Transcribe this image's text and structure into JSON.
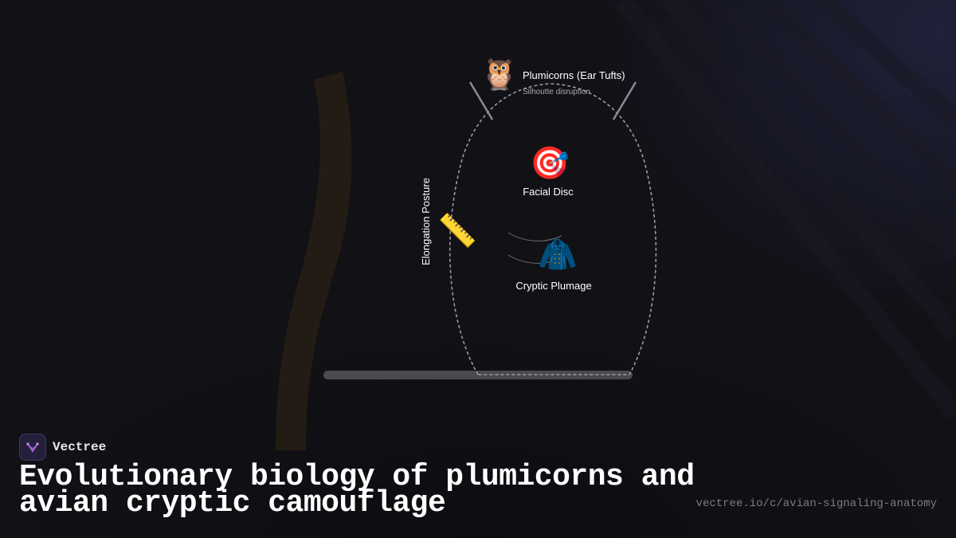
{
  "diagram": {
    "features": {
      "ear_tufts": {
        "icon": "owl-icon",
        "icon_glyph": "🦉",
        "label": "Plumicorns (Ear Tufts)",
        "sublabel": "Silhoutte disruption"
      },
      "facial_disc": {
        "icon": "target-icon",
        "icon_glyph": "🎯",
        "label": "Facial Disc"
      },
      "cryptic_plumage": {
        "icon": "coat-icon",
        "icon_glyph": "🧥",
        "label": "Cryptic Plumage"
      },
      "elongation": {
        "icon": "ruler-icon",
        "icon_glyph": "📏",
        "label": "Elongation Posture"
      }
    },
    "colors": {
      "branch": "#231c14",
      "perch": "#4a4a4e",
      "outline": "#9a9aa4",
      "tufts": "#8a8a92"
    }
  },
  "footer": {
    "brand": "Vectree",
    "title": "Evolutionary biology of plumicorns and avian cryptic camouflage",
    "url": "vectree.io/c/avian-signaling-anatomy"
  }
}
